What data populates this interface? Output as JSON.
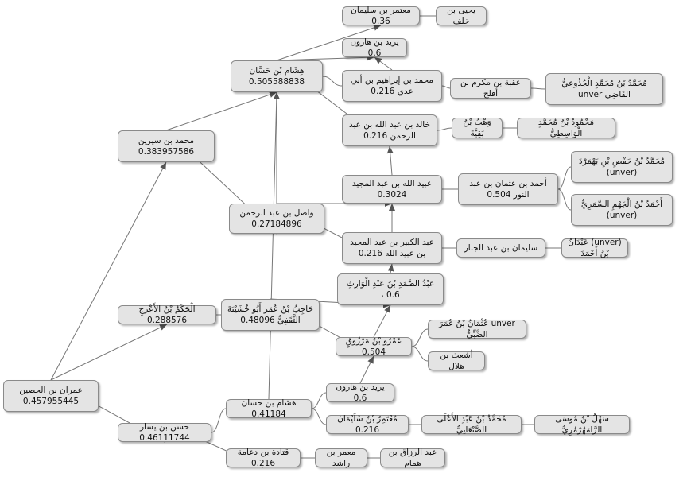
{
  "nodes": [
    {
      "id": "n1",
      "text": "يحيى بن خلف"
    },
    {
      "id": "n2",
      "text": "معتمر بن سليمان 0.36"
    },
    {
      "id": "n3",
      "text": "يزيد بن هارون 0.6"
    },
    {
      "id": "n4",
      "text": "هِشَام بْن حَسَّان 0.505588838"
    },
    {
      "id": "n5",
      "text": "مُحَمَّدُ بْنُ مُحَمَّدٍ الْجُذُوعِيُّ القَاضِي unver"
    },
    {
      "id": "n6",
      "text": "عقبة بن مكرم بن أفلح"
    },
    {
      "id": "n7",
      "text": "محمد بن إبراهيم بن أبي عدي 0.216"
    },
    {
      "id": "n8",
      "text": "مَحْمُودُ بْنُ مُحَمَّدٍ الْوَاسِطِيُّ"
    },
    {
      "id": "n9",
      "text": "وَهْبُ بْنُ بَقِيَّةَ"
    },
    {
      "id": "n10",
      "text": "خالد بن عبد الله بن عبد الرحمن 0.216"
    },
    {
      "id": "n11",
      "text": "محمد بن سيرين 0.383957586"
    },
    {
      "id": "n12",
      "text": "مُحَمَّدُ بْنُ حَفْصِ بْنِ بَهْمَرْدَ (unver)"
    },
    {
      "id": "n13",
      "text": "عبيد الله بن عبد المجيد 0.3024"
    },
    {
      "id": "n14",
      "text": "أحمد بن عثمان بن عبد النور 0.504"
    },
    {
      "id": "n15",
      "text": "أَحْمَدُ بْنُ الْجَهْمِ السَّمَرِيُّ (unver)"
    },
    {
      "id": "n16",
      "text": "واصل بن عبد الرحمن 0.27184896"
    },
    {
      "id": "n17",
      "text": "عبد الكبير بن عبد المجيد بن عبيد الله 0.216"
    },
    {
      "id": "n18",
      "text": "سليمان بن عبد الجبار"
    },
    {
      "id": "n19",
      "text": "(unver) عَبْدَانُ بْنُ أَحْمَدَ"
    },
    {
      "id": "n20",
      "text": "عَبْدُ الصَّمَدِ بْنُ عَبْدِ الْوَارِثِ 0.6 ،"
    },
    {
      "id": "n21",
      "text": "الْحَكَمُ بْنُ الأَعْرَجِ 0.288576"
    },
    {
      "id": "n22",
      "text": "حَاجِبُ بْنُ عُمَرَ أَبُو خُشَيْنَةَ الثَّقَفِيُّ 0.48096"
    },
    {
      "id": "n23",
      "text": "unver عُثْمَانُ بْنُ عُمَرَ الضَّبِّيُّ"
    },
    {
      "id": "n24",
      "text": "عَمْرُو بْنُ مَرْزُوقٍ 0.504"
    },
    {
      "id": "n25",
      "text": "أشعث بن هلال"
    },
    {
      "id": "n26",
      "text": "عمران بن الحصين 0.457955445"
    },
    {
      "id": "n27",
      "text": "يزيد بن هارون 0.6"
    },
    {
      "id": "n28",
      "text": "هشام بن حسان 0.41184"
    },
    {
      "id": "n29",
      "text": "سَهْلُ بْنُ مُوسَى الرَّامَهُرْمُزِيُّ"
    },
    {
      "id": "n30",
      "text": "مُحَمَّدُ بْنُ عَبْدِ الأَعْلَى الصَّنْعَانِيُّ"
    },
    {
      "id": "n31",
      "text": "مُعْتَمِرُ بْنُ سُلَيْمَانَ 0.216"
    },
    {
      "id": "n32",
      "text": "حسن بن يسار 0.46111744"
    },
    {
      "id": "n33",
      "text": "عبد الرزاق بن همام"
    },
    {
      "id": "n34",
      "text": "معمر بن راشد"
    },
    {
      "id": "n35",
      "text": "قتادة بن دعامة 0.216"
    }
  ],
  "edges": [
    [
      "n26",
      "n11"
    ],
    [
      "n26",
      "n21"
    ],
    [
      "n26",
      "n32"
    ],
    [
      "n11",
      "n4"
    ],
    [
      "n11",
      "n16"
    ],
    [
      "n4",
      "n2"
    ],
    [
      "n4",
      "n3"
    ],
    [
      "n4",
      "n7"
    ],
    [
      "n4",
      "n10"
    ],
    [
      "n2",
      "n1"
    ],
    [
      "n7",
      "n6"
    ],
    [
      "n6",
      "n5"
    ],
    [
      "n10",
      "n9"
    ],
    [
      "n9",
      "n8"
    ],
    [
      "n16",
      "n13"
    ],
    [
      "n16",
      "n17"
    ],
    [
      "n13",
      "n14"
    ],
    [
      "n14",
      "n12"
    ],
    [
      "n14",
      "n15"
    ],
    [
      "n17",
      "n18"
    ],
    [
      "n18",
      "n19"
    ],
    [
      "n21",
      "n22"
    ],
    [
      "n22",
      "n20"
    ],
    [
      "n22",
      "n24"
    ],
    [
      "n24",
      "n23"
    ],
    [
      "n24",
      "n25"
    ],
    [
      "n32",
      "n28"
    ],
    [
      "n32",
      "n35"
    ],
    [
      "n28",
      "n27"
    ],
    [
      "n28",
      "n31"
    ],
    [
      "n31",
      "n30"
    ],
    [
      "n30",
      "n29"
    ],
    [
      "n35",
      "n34"
    ],
    [
      "n34",
      "n33"
    ],
    [
      "n16",
      "n4"
    ],
    [
      "n28",
      "n4"
    ],
    [
      "n7",
      "n3"
    ],
    [
      "n13",
      "n10"
    ],
    [
      "n17",
      "n13"
    ],
    [
      "n20",
      "n17"
    ],
    [
      "n24",
      "n20"
    ],
    [
      "n27",
      "n24"
    ]
  ]
}
